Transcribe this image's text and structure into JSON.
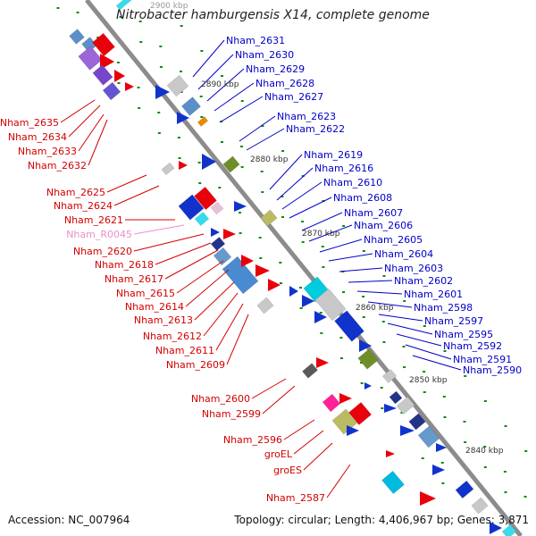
{
  "title": "Nitrobacter hamburgensis X14, complete genome",
  "accession": "Accession: NC_007964",
  "topology": "Topology: circular; Length: 4,406,967 bp; Genes: 3,871",
  "colors": {
    "backbone": "#8c8c8c",
    "forward_label": "#d40000",
    "reverse_label": "#0000c8",
    "rna_label": "#e890c8",
    "tick_dots": "#118811"
  },
  "kbp_ticks": [
    "2900 kbp",
    "2890 kbp",
    "2880 kbp",
    "2870 kbp",
    "2860 kbp",
    "2850 kbp",
    "2840 kbp"
  ],
  "right_labels": [
    "Nham_2631",
    "Nham_2630",
    "Nham_2629",
    "Nham_2628",
    "Nham_2627",
    "Nham_2623",
    "Nham_2622",
    "Nham_2619",
    "Nham_2616",
    "Nham_2610",
    "Nham_2608",
    "Nham_2607",
    "Nham_2606",
    "Nham_2605",
    "Nham_2604",
    "Nham_2603",
    "Nham_2602",
    "Nham_2601",
    "Nham_2598",
    "Nham_2597",
    "Nham_2595",
    "Nham_2592",
    "Nham_2591",
    "Nham_2590"
  ],
  "left_labels": [
    "Nham_2635",
    "Nham_2634",
    "Nham_2633",
    "Nham_2632",
    "Nham_2625",
    "Nham_2624",
    "Nham_2621",
    "Nham_R0045",
    "Nham_2620",
    "Nham_2618",
    "Nham_2617",
    "Nham_2615",
    "Nham_2614",
    "Nham_2613",
    "Nham_2612",
    "Nham_2611",
    "Nham_2609",
    "Nham_2600",
    "Nham_2599",
    "Nham_2596",
    "groEL",
    "groES",
    "Nham_2587"
  ]
}
